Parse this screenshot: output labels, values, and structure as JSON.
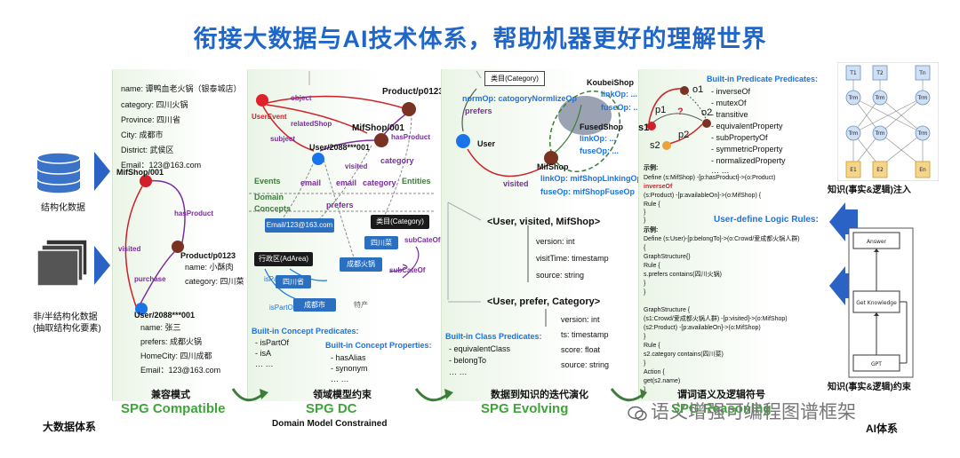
{
  "title": "衔接大数据与AI技术体系，帮助机器更好的理解世界",
  "left": {
    "structured": "结构化数据",
    "unstructured_line1": "非/半结构化数据",
    "unstructured_line2": "(抽取结构化要素)",
    "bottom": "大数据体系"
  },
  "right": {
    "knowledge_inject": "知识(事实&逻辑)注入",
    "knowledge_constrain": "知识(事实&逻辑)约束",
    "bottom": "AI体系",
    "nn_top": [
      "T1",
      "T2",
      "Tn"
    ],
    "nn_bottom": [
      "E1",
      "E2",
      "En"
    ],
    "nn_mid": "Trm",
    "flow": [
      "Answer",
      "Get Knowledge",
      "GPT"
    ]
  },
  "panel1": {
    "attrs_top": [
      "name: 谭鸭血老火锅（银泰城店）",
      "category: 四川火锅",
      "Province: 四川省",
      "City: 成都市",
      "District: 武侯区",
      "Email：123@163.com"
    ],
    "mifshop": "MifShop/001",
    "hasProduct": "hasProduct",
    "visited": "visited",
    "purchase": "purchase",
    "product": "Product/p0123",
    "product_attrs": [
      "name: 小酥肉",
      "category: 四川菜"
    ],
    "user": "User/2088***001",
    "user_attrs": [
      "name: 张三",
      "prefers: 成都火锅",
      "HomeCity: 四川成都",
      "Email：123@163.com"
    ],
    "cn": "兼容模式",
    "name": "SPG Compatible"
  },
  "panel2": {
    "object": "object",
    "product": "Product/p0123",
    "userevent": "UserEvent",
    "relatedShop": "relatedShop",
    "subject": "subject",
    "mifshop": "MifShop/001",
    "hasProduct": "hasProduct",
    "user": "User/2088***001",
    "visited": "visited",
    "category": "category",
    "events": "Events",
    "entities": "Entities",
    "domain1": "Domain",
    "domain2": "Concepts",
    "email": "email",
    "email2": "email",
    "category2": "category",
    "prefers": "prefers",
    "email_box": "Email/123@163.com",
    "cat_box": "类目(Category)",
    "sichuan_cai": "四川菜",
    "area_box": "行政区(AdArea)",
    "sichuan": "四川省",
    "hotpot": "成都火锅",
    "chengdu": "成都市",
    "ispartof": "isPartOf",
    "ispartof2": "isPartOf",
    "subcateof": "subCateOf",
    "subcateof2": "subCateOf",
    "tese": "特产",
    "bcp": "Built-in Concept Predicates:",
    "bcp_items": [
      "- isPartOf",
      "- isA"
    ],
    "dots": "… …",
    "bcprop": "Built-in Concept Properties:",
    "bcprop_items": [
      "- hasAlias",
      "- synonym"
    ],
    "dots2": "… …",
    "cn": "领域模型约束",
    "name": "SPG DC",
    "sub": "Domain Model Constrained"
  },
  "panel3": {
    "cat_box": "类目(Category)",
    "normop": "normOp: catogoryNormlizeOp",
    "prefers": "prefers",
    "user": "User",
    "koubei": "KoubeiShop",
    "linkop1": "linkOp: ...",
    "fuseop1": "fuseOp: ...",
    "fused": "FusedShop",
    "linkop2": "linkOp: ...",
    "fuseop2": "fuseOp: ...",
    "mifshop": "MifShop",
    "visited": "visited",
    "linkop3": "linkOp: mifShopLinkingOp",
    "fuseop3": "fuseOp: mifShopFuseOp",
    "triple1": "<User, visited, MifShop>",
    "triple1_props": [
      "version: int",
      "visitTime: timestamp",
      "source: string"
    ],
    "triple2": "<User, prefer, Category>",
    "triple2_props": [
      "version: int",
      "ts: timestamp",
      "score: float",
      "source: string"
    ],
    "bclp": "Built-in Class Predicates:",
    "bclp_items": [
      "- equivalentClass",
      "- belongTo"
    ],
    "dots": "… …",
    "cn": "数据到知识的迭代演化",
    "name": "SPG Evolving"
  },
  "panel4": {
    "o1": "o1",
    "p1": "p1",
    "q": "?",
    "o2": "o2",
    "s1": "s1",
    "p2": "p2",
    "s2": "s2",
    "bpp": "Built-in Predicate Predicates:",
    "bpp_items": [
      "- inverseOf",
      "- mutexOf",
      "- transitive",
      "- equivalentProperty",
      "- subPropertyOf",
      "- symmetricProperty",
      "- normalizedProperty"
    ],
    "dots": "… …",
    "ex1": "示例:",
    "code1": [
      "Define (s:MifShop) -[p:hasProduct]->(o:Product)",
      "inverseOf",
      "(s:Product) -[p:availableOn]->(o:MifShop) {",
      "  Rule {",
      "  }",
      "}"
    ],
    "udlr": "User-define Logic Rules:",
    "ex2": "示例:",
    "code2": [
      "Define (s:User)-[p:belongTo]->(o:Crowd/爱成都火锅人群)",
      "{",
      "  GraphStructure{}",
      "  Rule {",
      "    s.prefers contains(四川火锅)",
      "  }",
      "}",
      "",
      "GraphStructure {",
      " (s1:Crowd/爱成都火锅人群) -[p:visited]->(o:MifShop)",
      " (s2:Product) -[p:availableOn]->(o:MifShop)",
      "}",
      "Rule {",
      "  s2.category contains(四川菜)",
      "}",
      "Action {",
      "  get(s2.name)",
      "}"
    ],
    "cn": "谓词语义及逻辑符号",
    "name": "SPG Reasoning"
  },
  "watermark": "语义增强可编程图谱框架",
  "colors": {
    "title": "#1f66c9",
    "green": "#3fa43a",
    "blue": "#1a73e8",
    "red": "#d0202a",
    "purple": "#7b2ca0"
  }
}
